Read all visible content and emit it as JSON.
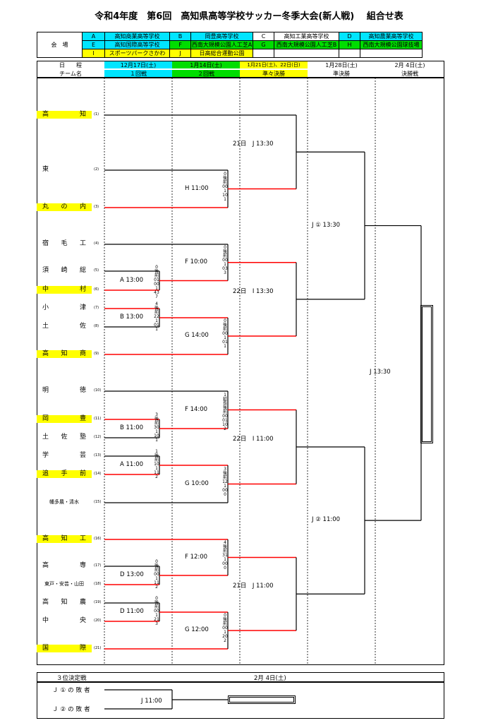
{
  "title": "令和4年度　第6回　高知県高等学校サッカー冬季大会(新人戦)　 組合せ表",
  "venue_label": "会　場",
  "venues": [
    [
      {
        "code": "A",
        "name": "高知商業高等学校",
        "color": "cyan"
      },
      {
        "code": "B",
        "name": "岡豊高等学校",
        "color": "cyan"
      },
      {
        "code": "C",
        "name": "高知工業高等学校",
        "color": "white"
      },
      {
        "code": "D",
        "name": "高知農業高等学校",
        "color": "cyan"
      }
    ],
    [
      {
        "code": "E",
        "name": "高知国際高等学校",
        "color": "cyan"
      },
      {
        "code": "F",
        "name": "西南大規模公園人工芝A",
        "color": "green"
      },
      {
        "code": "G",
        "name": "西南大規模公園人工芝B",
        "color": "green"
      },
      {
        "code": "H",
        "name": "西南大規模公園球技場",
        "color": "green"
      }
    ],
    [
      {
        "code": "I",
        "name": "スポーツパークさかわ",
        "color": "yellow"
      },
      {
        "code": "J",
        "name": "日高総合運動公園",
        "color": "yellow"
      }
    ]
  ],
  "schedule_label": "日　　程",
  "team_label": "チーム名",
  "dates": [
    "12月17日(土)",
    "1月14日(土)",
    "1月21日(土)、22日(日)",
    "1月28日(土)",
    "2月 4日(土)"
  ],
  "rounds": [
    "１回戦",
    "２回戦",
    "準々決勝",
    "準決勝",
    "決勝戦"
  ],
  "teams": [
    {
      "name": "高　知",
      "num": "(1)",
      "seed": true
    },
    {
      "name": "東",
      "num": "(2)",
      "seed": false
    },
    {
      "name": "丸の内",
      "num": "(3)",
      "seed": true
    },
    {
      "name": "宿毛工",
      "num": "(4)",
      "seed": false
    },
    {
      "name": "須崎総",
      "num": "(5)",
      "seed": false
    },
    {
      "name": "中　村",
      "num": "(6)",
      "seed": true
    },
    {
      "name": "小　津",
      "num": "(7)",
      "seed": false
    },
    {
      "name": "土　佐",
      "num": "(8)",
      "seed": false
    },
    {
      "name": "高知商",
      "num": "(9)",
      "seed": true
    },
    {
      "name": "明　徳",
      "num": "(10)",
      "seed": false
    },
    {
      "name": "岡　豊",
      "num": "(11)",
      "seed": true
    },
    {
      "name": "土佐塾",
      "num": "(12)",
      "seed": false
    },
    {
      "name": "学　芸",
      "num": "(13)",
      "seed": false
    },
    {
      "name": "追手前",
      "num": "(14)",
      "seed": true
    },
    {
      "name": "幡多農・清水",
      "num": "(15)",
      "seed": false
    },
    {
      "name": "高知工",
      "num": "(16)",
      "seed": true
    },
    {
      "name": "高　専",
      "num": "(17)",
      "seed": false
    },
    {
      "name": "東戸・安芸・山田",
      "num": "(18)",
      "seed": false
    },
    {
      "name": "高知農",
      "num": "(19)",
      "seed": false
    },
    {
      "name": "中　央",
      "num": "(20)",
      "seed": false
    },
    {
      "name": "国　際",
      "num": "(21)",
      "seed": true
    }
  ],
  "matches": {
    "r1": [
      "A 13:00",
      "B 13:00",
      "B 11:00",
      "A 11:00",
      "D 13:00",
      "D 11:00"
    ],
    "r2": [
      "H 11:00",
      "F 10:00",
      "G 14:00",
      "F 14:00",
      "G 10:00",
      "F 12:00",
      "G 12:00"
    ],
    "qf": [
      "21日　J 13:30",
      "22日　I 13:30",
      "22日　I 11:00",
      "21日　J 11:00"
    ],
    "sf": [
      "J ① 13:30",
      "J ② 11:00"
    ],
    "final": "J 13:30"
  },
  "scores": {
    "r1": [
      {
        "top": "0",
        "bot": "7",
        "lines": [
          "後前",
          "01",
          "00",
          "1",
          "43"
        ]
      },
      {
        "top": "4",
        "bot": "1",
        "lines": [
          "後前",
          "22",
          "1",
          "01"
        ]
      },
      {
        "top": "3",
        "bot": "1",
        "lines": [
          "後前",
          "30",
          "1",
          "10"
        ]
      },
      {
        "top": "1",
        "bot": "2",
        "lines": [
          "後前",
          "10",
          "1",
          "11"
        ]
      },
      {
        "top": "0",
        "bot": "2",
        "lines": [
          "後前",
          "00",
          "1",
          "11"
        ]
      },
      {
        "top": "0",
        "bot": "3",
        "lines": [
          "後前",
          "00",
          "1",
          "21"
        ]
      }
    ],
    "r2": [
      {
        "top": "0",
        "bot": "1",
        "lines": [
          "後前",
          "00",
          "1",
          "10"
        ]
      },
      {
        "top": "0",
        "bot": "3",
        "lines": [
          "後前",
          "00",
          "1",
          "03"
        ]
      },
      {
        "top": "0",
        "bot": "1",
        "lines": [
          "後前",
          "00",
          "1",
          "01"
        ]
      },
      {
        "top": "1",
        "bot": "2",
        "lines": [
          "延長",
          "後前",
          "00",
          "01",
          "10"
        ]
      },
      {
        "top": "3",
        "bot": "0",
        "lines": [
          "後前",
          "12",
          "1",
          "00"
        ]
      },
      {
        "top": "4",
        "bot": "0",
        "lines": [
          "後前",
          "31",
          "1",
          "00"
        ]
      },
      {
        "top": "0",
        "bot": "2",
        "lines": [
          "後前",
          "00",
          "1",
          "20"
        ]
      }
    ]
  },
  "third_place": {
    "label": "３位決定戦",
    "date": "2月 4日(土)",
    "team1": "Ｊ①の敗者",
    "team2": "Ｊ②の敗者",
    "match": "J 11:00"
  },
  "colors": {
    "win": "#ff0000",
    "cyan": "#00e5ff",
    "green": "#00dd00",
    "yellow": "#ffff00"
  }
}
